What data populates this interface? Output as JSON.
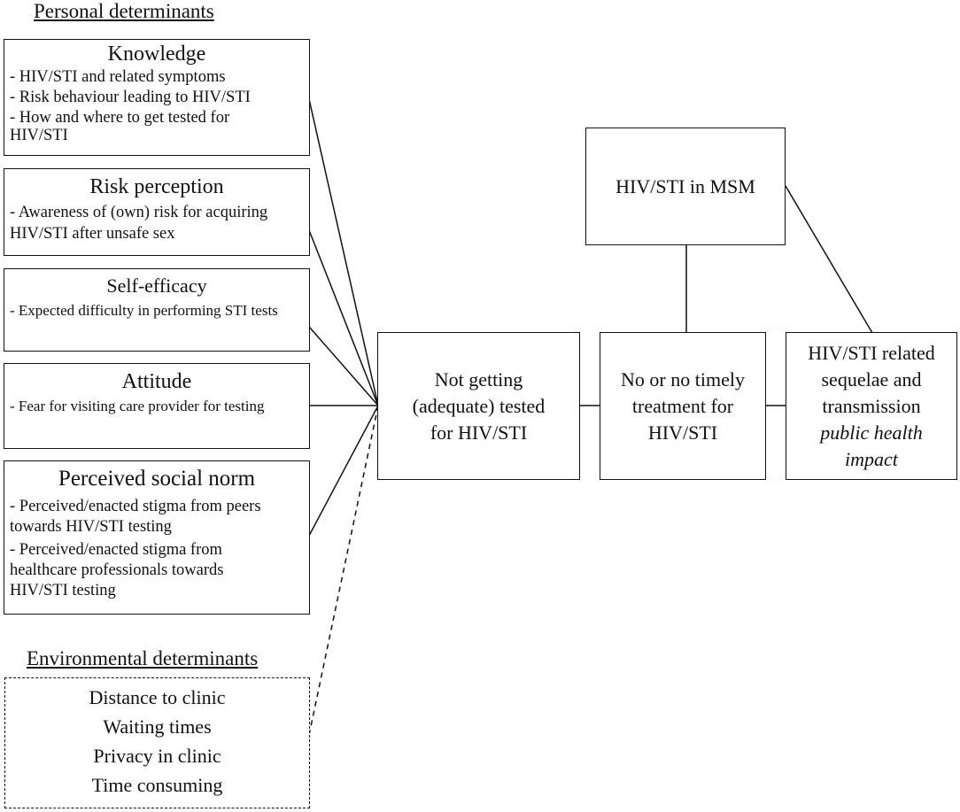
{
  "personal_heading": "Personal determinants",
  "environmental_heading": "Environmental determinants",
  "knowledge": {
    "title": "Knowledge",
    "items": [
      "- HIV/STI and related symptoms",
      "- Risk behaviour leading to HIV/STI",
      "- How and where to get tested for HIV/STI"
    ]
  },
  "risk_perception": {
    "title": "Risk perception",
    "items": [
      "- Awareness of (own) risk for acquiring HIV/STI after unsafe sex"
    ]
  },
  "self_efficacy": {
    "title": "Self-efficacy",
    "items": [
      "- Expected difficulty in performing STI tests"
    ]
  },
  "attitude": {
    "title": "Attitude",
    "items": [
      "- Fear for visiting care provider for testing"
    ]
  },
  "social_norm": {
    "title": "Perceived social norm",
    "items": [
      "- Perceived/enacted stigma  from peers towards HIV/STI testing",
      "- Perceived/enacted stigma from healthcare professionals towards HIV/STI testing"
    ]
  },
  "environmental_items": [
    "Distance to clinic",
    "Waiting times",
    "Privacy in clinic",
    "Time consuming"
  ],
  "not_tested": "Not getting (adequate) tested for HIV/STI",
  "no_treatment": "No or no timely treatment for HIV/STI",
  "hiv_msm": "HIV/STI in MSM",
  "sequelae": {
    "text": "HIV/STI related sequelae and transmission",
    "italic": "public health impact"
  }
}
